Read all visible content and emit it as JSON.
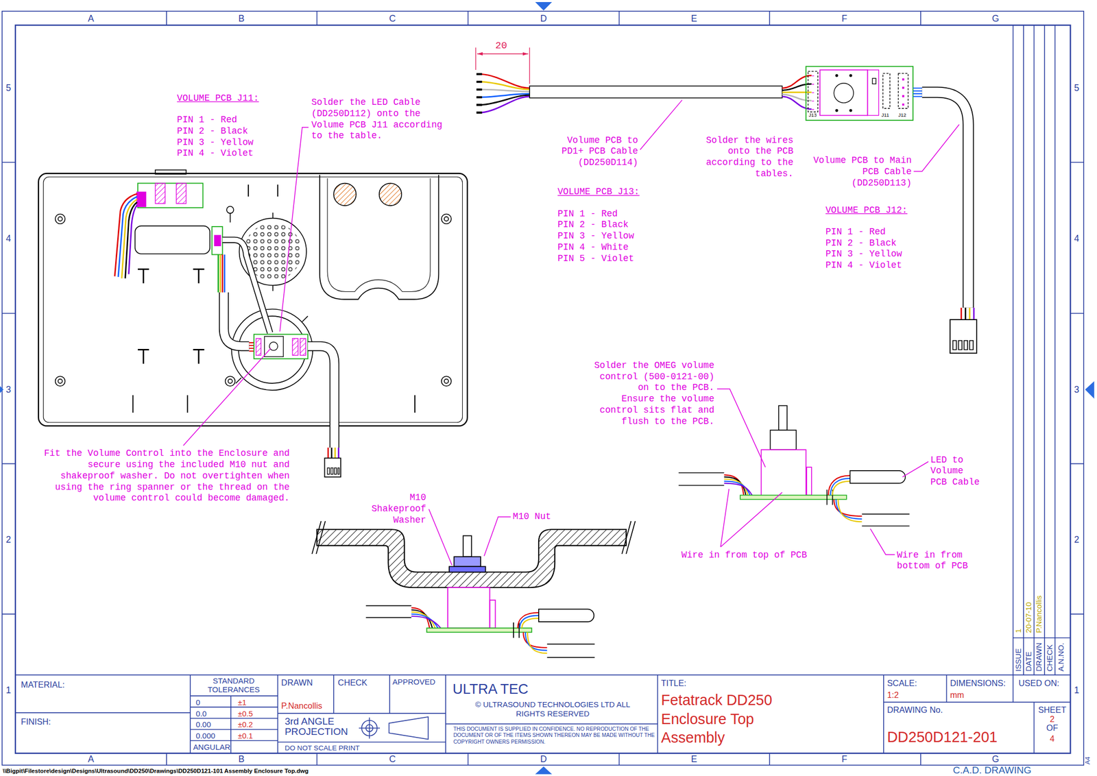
{
  "diagram": {
    "title": "Fetatrack DD250 Enclosure Top Assembly",
    "labels": [
      "A",
      "B",
      "C",
      "D",
      "E",
      "F",
      "G",
      "A",
      "B",
      "C",
      "D",
      "E",
      "F",
      "G",
      "5",
      "4",
      "3",
      "2",
      "1",
      "5",
      "4",
      "3",
      "2",
      "1",
      "VOLUME PCB J11:",
      "PIN 1 - Red",
      "PIN 2 - Black",
      "PIN 3 - Yellow",
      "PIN 4 - Violet",
      "Solder the LED Cable (DD250D112) onto the Volume PCB J11 according to the table.",
      "Fit the Volume Control into the Enclosure and secure using the included M10 nut and shakeproof washer. Do not overtighten when using the ring spanner or the thread on the volume control could become damaged.",
      "20",
      "Volume PCB to PD1+ PCB Cable (DD250D114)",
      "Solder the wires onto the PCB according to the tables.",
      "Volume PCB to Main PCB Cable (DD250D113)",
      "J13",
      "J11",
      "J12",
      "VOLUME PCB J13:",
      "PIN 1 - Red",
      "PIN 2 - Black",
      "PIN 3 - Yellow",
      "PIN 4 - White",
      "PIN 5 - Violet",
      "VOLUME PCB J12:",
      "PIN 1 - Red",
      "PIN 2 - Black",
      "PIN 3 - Yellow",
      "PIN 4 - Violet",
      "Solder the OMEG volume control (500-0121-00) on to the PCB.",
      "Ensure the volume control sits flat and flush to the PCB.",
      "LED to Volume PCB Cable",
      "Wire in from top of PCB",
      "Wire in from bottom of PCB",
      "M10 Shakeproof Washer",
      "M10 Nut",
      "MATERIAL:",
      "FINISH:",
      "STANDARD TOLERANCES",
      "0",
      "±1",
      "0.0",
      "±0.5",
      "0.00",
      "±0.2",
      "0.000",
      "±0.1",
      "ANGULAR",
      "DRAWN",
      "CHECK",
      "APPROVED",
      "P.Nancollis",
      "3rd ANGLE PROJECTION",
      "DO NOT SCALE PRINT",
      "ULTRA TEC",
      "© ULTRASOUND TECHNOLOGIES LTD ALL RIGHTS RESERVED",
      "THIS DOCUMENT IS SUPPLIED IN CONFIDENCE. NO REPRODUCTION OF THE DOCUMENT OR OF THE ITEMS SHOWN THEREON MAY BE MADE WITHOUT THE COPYRIGHT OWNERS PERMISSION.",
      "TITLE:",
      "SCALE:",
      "1:2",
      "DIMENSIONS:",
      "mm",
      "USED ON:",
      "DRAWING No.",
      "DD250D121-201",
      "SHEET",
      "2",
      "OF",
      "4",
      "ISSUE",
      "DATE",
      "DRAWN",
      "CHECK",
      "A.N.NO.",
      "1",
      "20-07-10",
      "P.Nancollis",
      "A4",
      "C.A.D. DRAWING",
      "\\\\Bigpit\\Filestore\\design\\Designs\\Ultrasound\\DD250\\Drawings\\DD250D121-101 Assembly Enclosure Top.dwg"
    ]
  }
}
